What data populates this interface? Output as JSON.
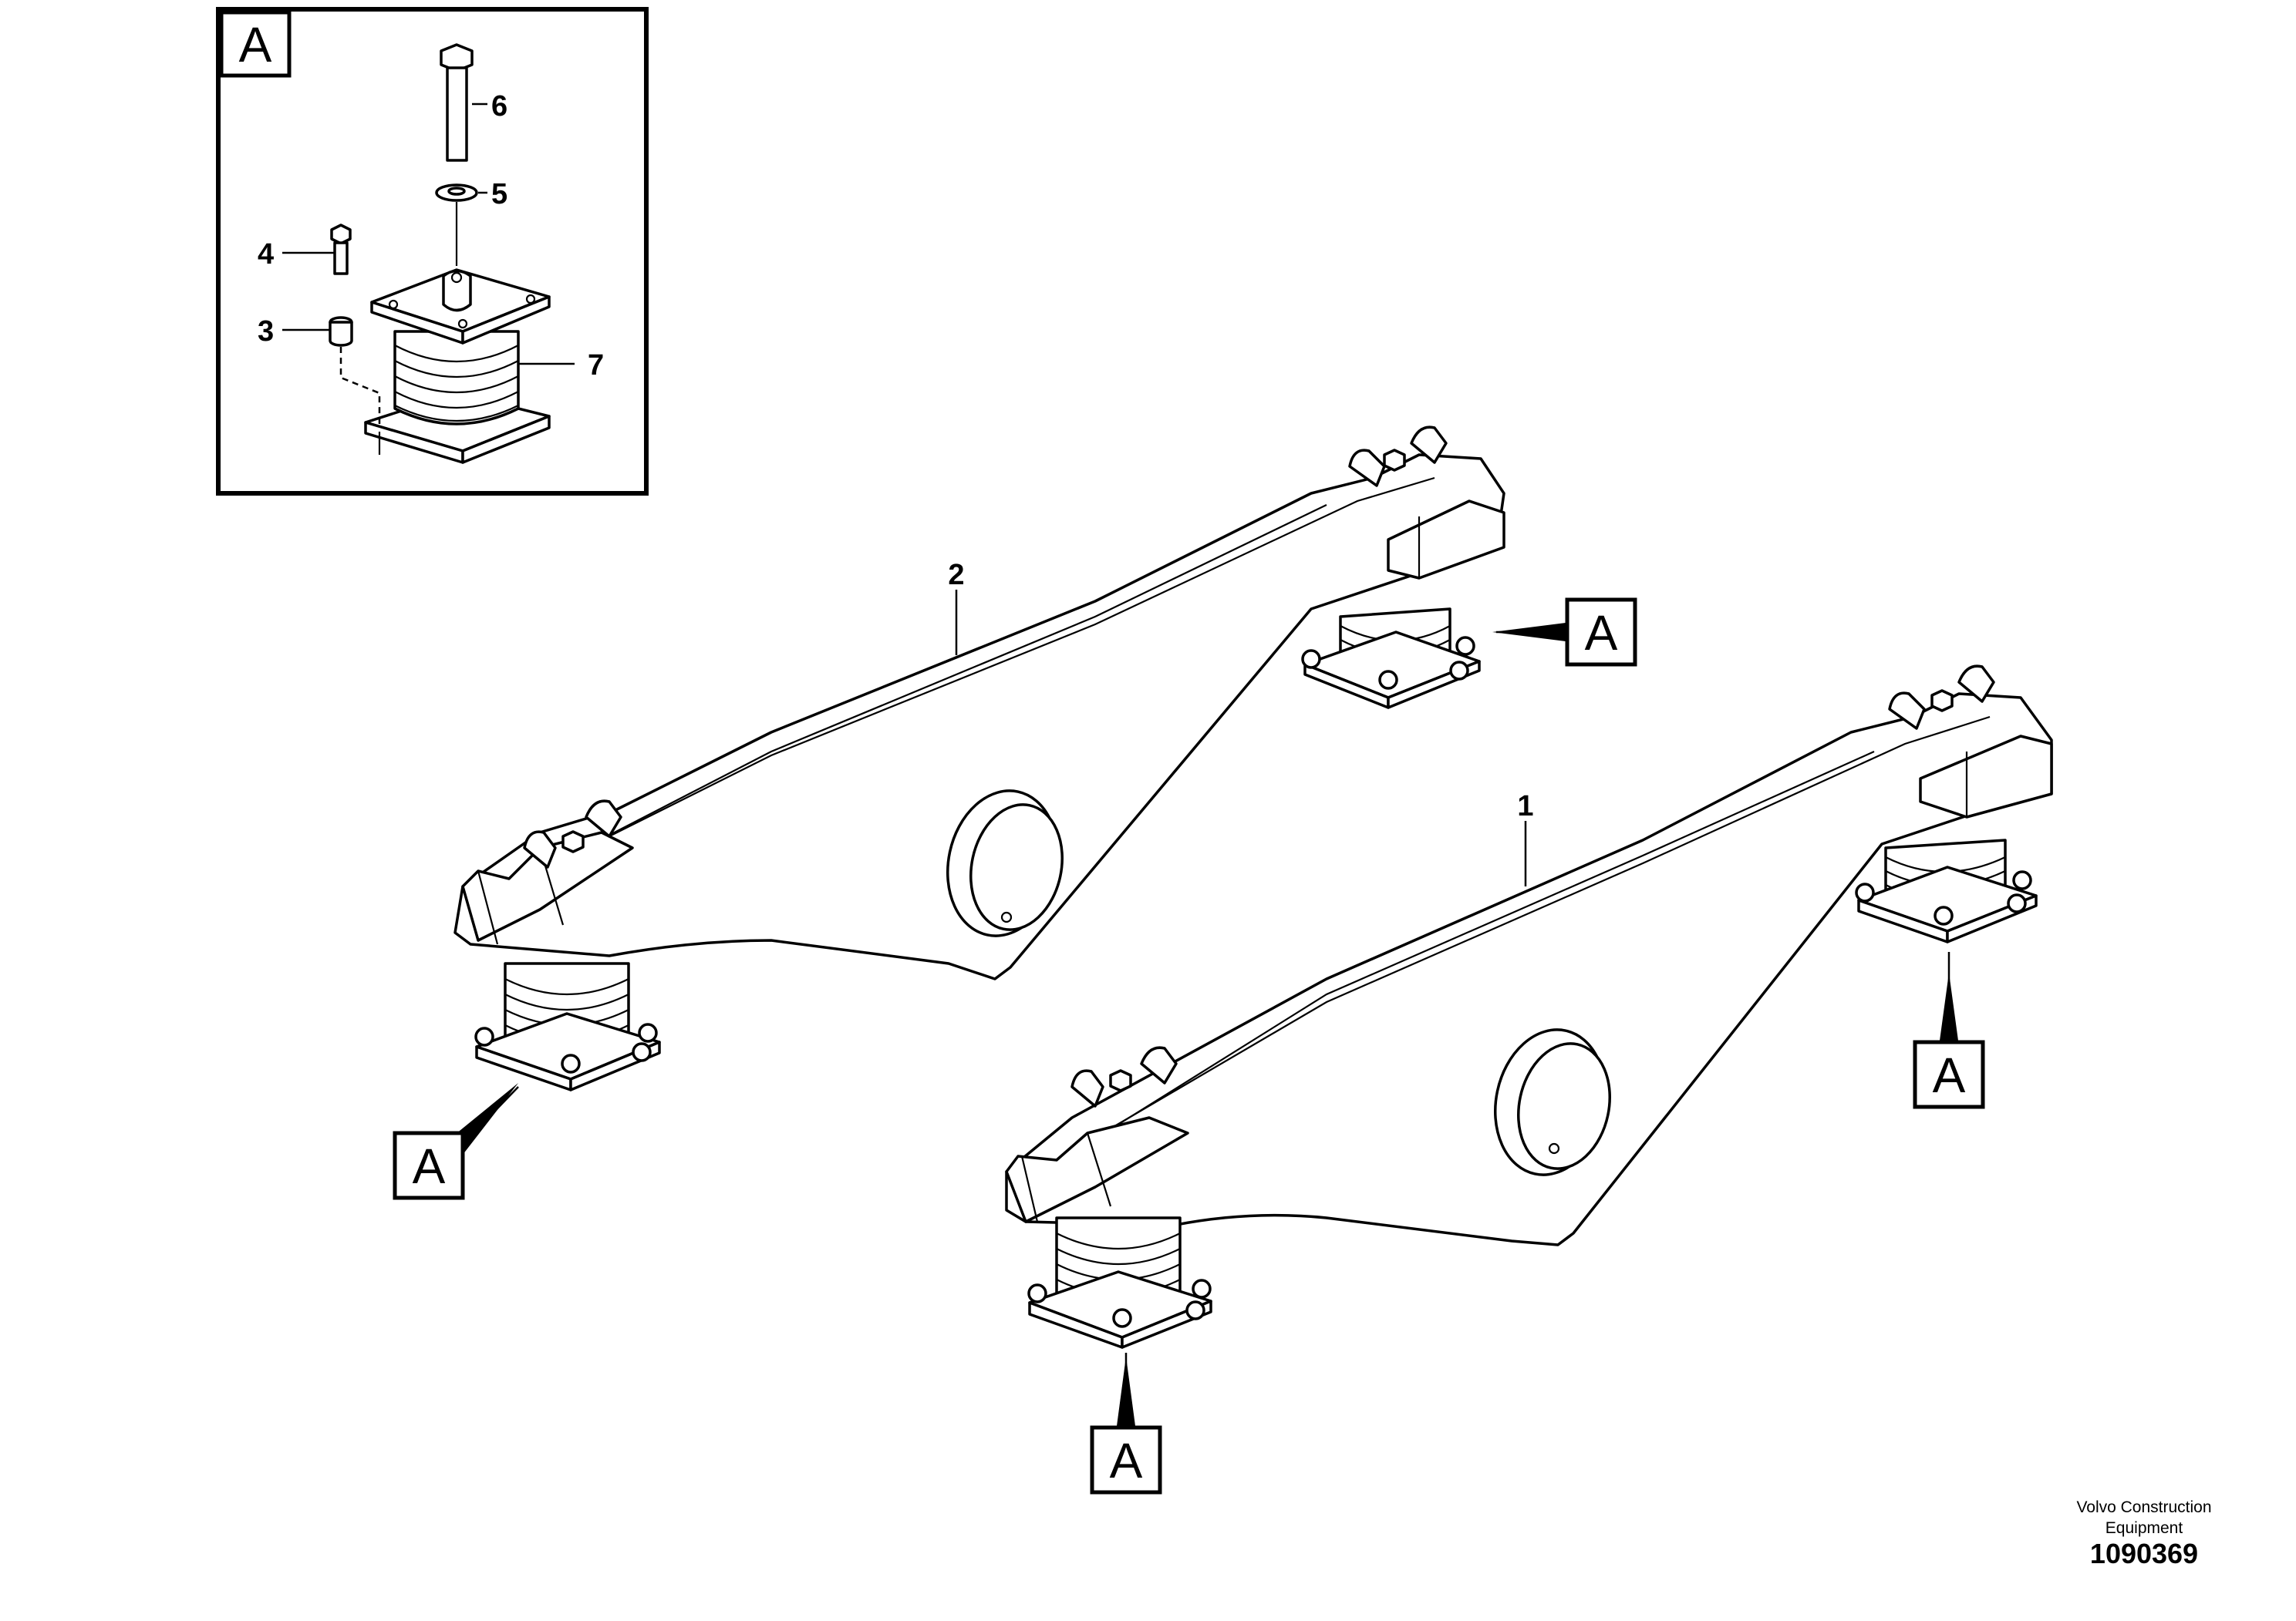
{
  "detail_view": {
    "label": "A",
    "parts": [
      {
        "number": "6"
      },
      {
        "number": "5"
      },
      {
        "number": "4"
      },
      {
        "number": "3"
      },
      {
        "number": "7"
      }
    ]
  },
  "main_view": {
    "part_labels": [
      {
        "number": "2"
      },
      {
        "number": "1"
      }
    ],
    "callouts": [
      {
        "label": "A"
      },
      {
        "label": "A"
      },
      {
        "label": "A"
      },
      {
        "label": "A"
      }
    ]
  },
  "footer": {
    "manufacturer": "Volvo Construction Equipment",
    "drawing_number": "1090369"
  }
}
